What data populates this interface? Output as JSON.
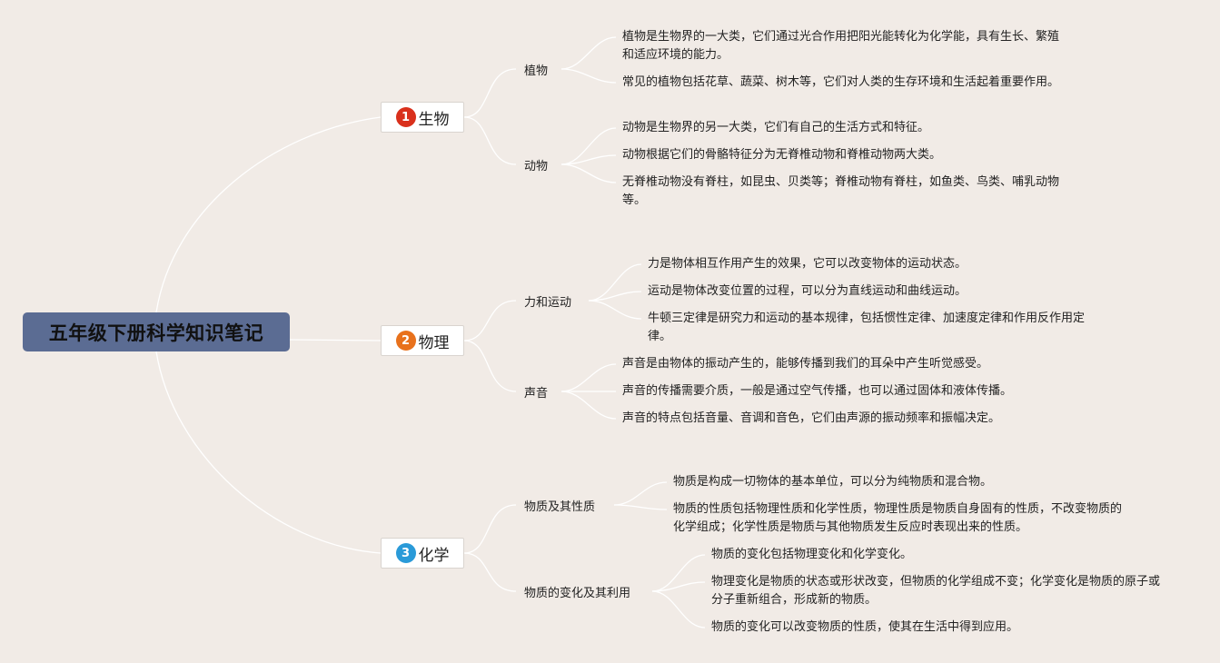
{
  "title": "五年级下册科学知识笔记",
  "colors": {
    "background": "#f1ebe6",
    "root_fill": "#5b6c93",
    "link": "#ffffff"
  },
  "branches": [
    {
      "number": "1",
      "label": "生物",
      "badge_color": "#d9301c",
      "topics": [
        {
          "label": "植物",
          "notes": [
            "植物是生物界的一大类，它们通过光合作用把阳光能转化为化学能，具有生长、繁殖和适应环境的能力。",
            "常见的植物包括花草、蔬菜、树木等，它们对人类的生存环境和生活起着重要作用。"
          ]
        },
        {
          "label": "动物",
          "notes": [
            "动物是生物界的另一大类，它们有自己的生活方式和特征。",
            "动物根据它们的骨骼特征分为无脊椎动物和脊椎动物两大类。",
            "无脊椎动物没有脊柱，如昆虫、贝类等；脊椎动物有脊柱，如鱼类、鸟类、哺乳动物等。"
          ]
        }
      ]
    },
    {
      "number": "2",
      "label": "物理",
      "badge_color": "#e8711c",
      "topics": [
        {
          "label": "力和运动",
          "notes": [
            "力是物体相互作用产生的效果，它可以改变物体的运动状态。",
            "运动是物体改变位置的过程，可以分为直线运动和曲线运动。",
            "牛顿三定律是研究力和运动的基本规律，包括惯性定律、加速度定律和作用反作用定律。"
          ]
        },
        {
          "label": "声音",
          "notes": [
            "声音是由物体的振动产生的，能够传播到我们的耳朵中产生听觉感受。",
            "声音的传播需要介质，一般是通过空气传播，也可以通过固体和液体传播。",
            "声音的特点包括音量、音调和音色，它们由声源的振动频率和振幅决定。"
          ]
        }
      ]
    },
    {
      "number": "3",
      "label": "化学",
      "badge_color": "#2a9ad8",
      "topics": [
        {
          "label": "物质及其性质",
          "notes": [
            "物质是构成一切物体的基本单位，可以分为纯物质和混合物。",
            "物质的性质包括物理性质和化学性质，物理性质是物质自身固有的性质，不改变物质的化学组成；化学性质是物质与其他物质发生反应时表现出来的性质。"
          ]
        },
        {
          "label": "物质的变化及其利用",
          "notes": [
            "物质的变化包括物理变化和化学变化。",
            "物理变化是物质的状态或形状改变，但物质的化学组成不变；化学变化是物质的原子或分子重新组合，形成新的物质。",
            "物质的变化可以改变物质的性质，使其在生活中得到应用。"
          ]
        }
      ]
    }
  ]
}
